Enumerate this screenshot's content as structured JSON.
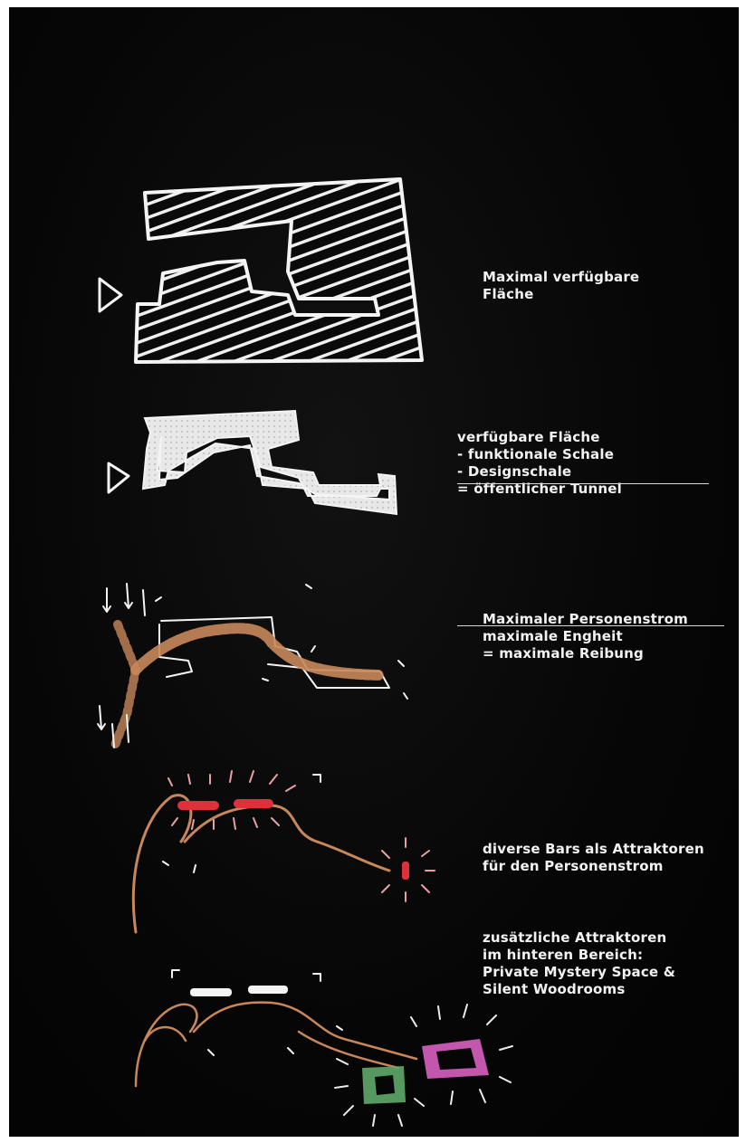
{
  "steps": [
    {
      "lines": [
        "Maximal verfügbare",
        "Fläche"
      ]
    },
    {
      "lines": [
        "verfügbare Fläche",
        "- funktionale Schale",
        "- Designschale",
        "= öffentlicher Tunnel"
      ]
    },
    {
      "lines": [
        "Maximaler Personenstrom",
        "maximale Engheit",
        "= maximale Reibung"
      ]
    },
    {
      "lines": [
        "diverse Bars als Attraktoren",
        "für den Personenstrom"
      ]
    },
    {
      "lines": [
        "zusätzliche Attraktoren",
        "im hinteren Bereich:",
        "Private Mystery Space &",
        "Silent Woodrooms"
      ]
    }
  ],
  "colors": {
    "background": "#050505",
    "chalk": "#f4f4f4",
    "flow": "#c8875a",
    "bar": "#e0303c",
    "mystery": "#d85fc0",
    "wood": "#5fa86a"
  }
}
